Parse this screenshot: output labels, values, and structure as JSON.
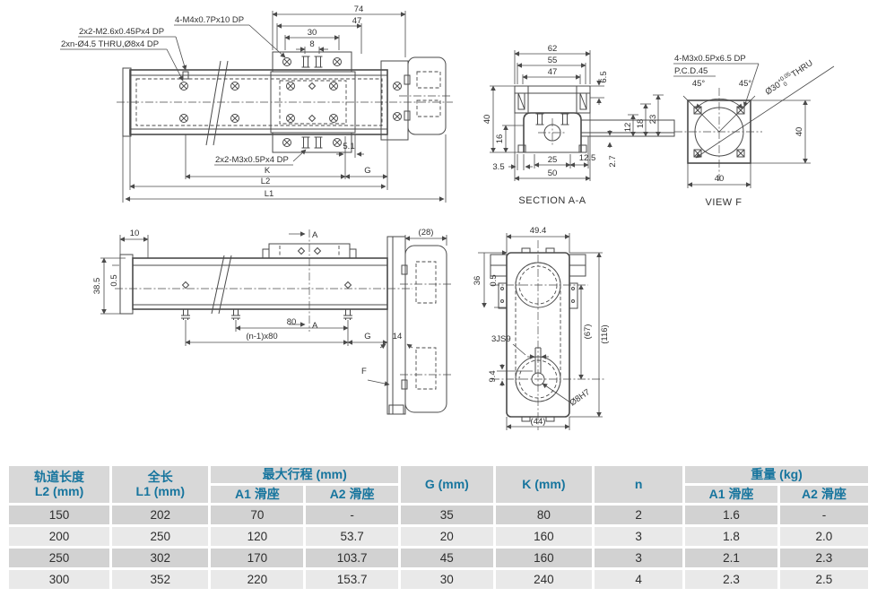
{
  "drawing": {
    "top": {
      "m4": "4-M4x0.7Px10 DP",
      "m26": "2x2-M2.6x0.45Px4 DP",
      "thru": "2xn-Ø4.5 THRU,Ø8x4 DP",
      "m3": "2x2-M3x0.5Px4 DP",
      "d74": "74",
      "d47": "47",
      "d30": "30",
      "d8": "8",
      "d51": "5.1",
      "k": "K",
      "g": "G",
      "l2": "L2",
      "l1": "L1"
    },
    "section": {
      "label": "SECTION A-A",
      "d62": "62",
      "d55": "55",
      "d47": "47",
      "d65": "6.5",
      "d40": "40",
      "d16": "16",
      "d35": "3.5",
      "d25": "25",
      "d125": "12.5",
      "d50": "50",
      "d27": "2.7",
      "d12": "12",
      "d18": "18",
      "d23": "23"
    },
    "viewf": {
      "label": "VIEW F",
      "m3": "4-M3x0.5Px6.5 DP",
      "pcd": "P.C.D.45",
      "a1": "45°",
      "a2": "45°",
      "bore": "Ø30",
      "tolp": "+0.05",
      "tolm": "0",
      "thru": "THRU",
      "bore_full": "Ø30 +0.05/0 THRU",
      "d40r": "40",
      "d40b": "40"
    },
    "side": {
      "d10": "10",
      "d385": "38.5",
      "d05": "0.5",
      "d80": "80",
      "dn80": "(n-1)x80",
      "g": "G",
      "d14": "14",
      "d28": "(28)",
      "a": "A",
      "f": "F"
    },
    "end": {
      "d494": "49.4",
      "d36": "36",
      "d05": "0.5",
      "js": "3JS9",
      "d94": "9.4",
      "d67": "(67)",
      "d116": "(116)",
      "h7": "Ø8H7",
      "d44": "(44)"
    }
  },
  "table": {
    "h_l2_1": "轨道长度",
    "h_l2_2": "L2 (mm)",
    "h_l1_1": "全长",
    "h_l1_2": "L1 (mm)",
    "h_stroke": "最大行程 (mm)",
    "h_a1": "A1 滑座",
    "h_a2": "A2 滑座",
    "h_g": "G (mm)",
    "h_k": "K (mm)",
    "h_n": "n",
    "h_w": "重量 (kg)",
    "h_w_a1": "A1 滑座",
    "h_w_a2": "A2 滑座",
    "rows": [
      [
        "150",
        "202",
        "70",
        "-",
        "35",
        "80",
        "2",
        "1.6",
        "-"
      ],
      [
        "200",
        "250",
        "120",
        "53.7",
        "20",
        "160",
        "3",
        "1.8",
        "2.0"
      ],
      [
        "250",
        "302",
        "170",
        "103.7",
        "45",
        "160",
        "3",
        "2.1",
        "2.3"
      ],
      [
        "300",
        "352",
        "220",
        "153.7",
        "30",
        "240",
        "4",
        "2.3",
        "2.5"
      ]
    ]
  },
  "colors": {
    "accent_blue": "#17759E",
    "row_dark": "#d2d2d2",
    "row_light": "#e9e9e9",
    "line": "#4a4a4a"
  }
}
